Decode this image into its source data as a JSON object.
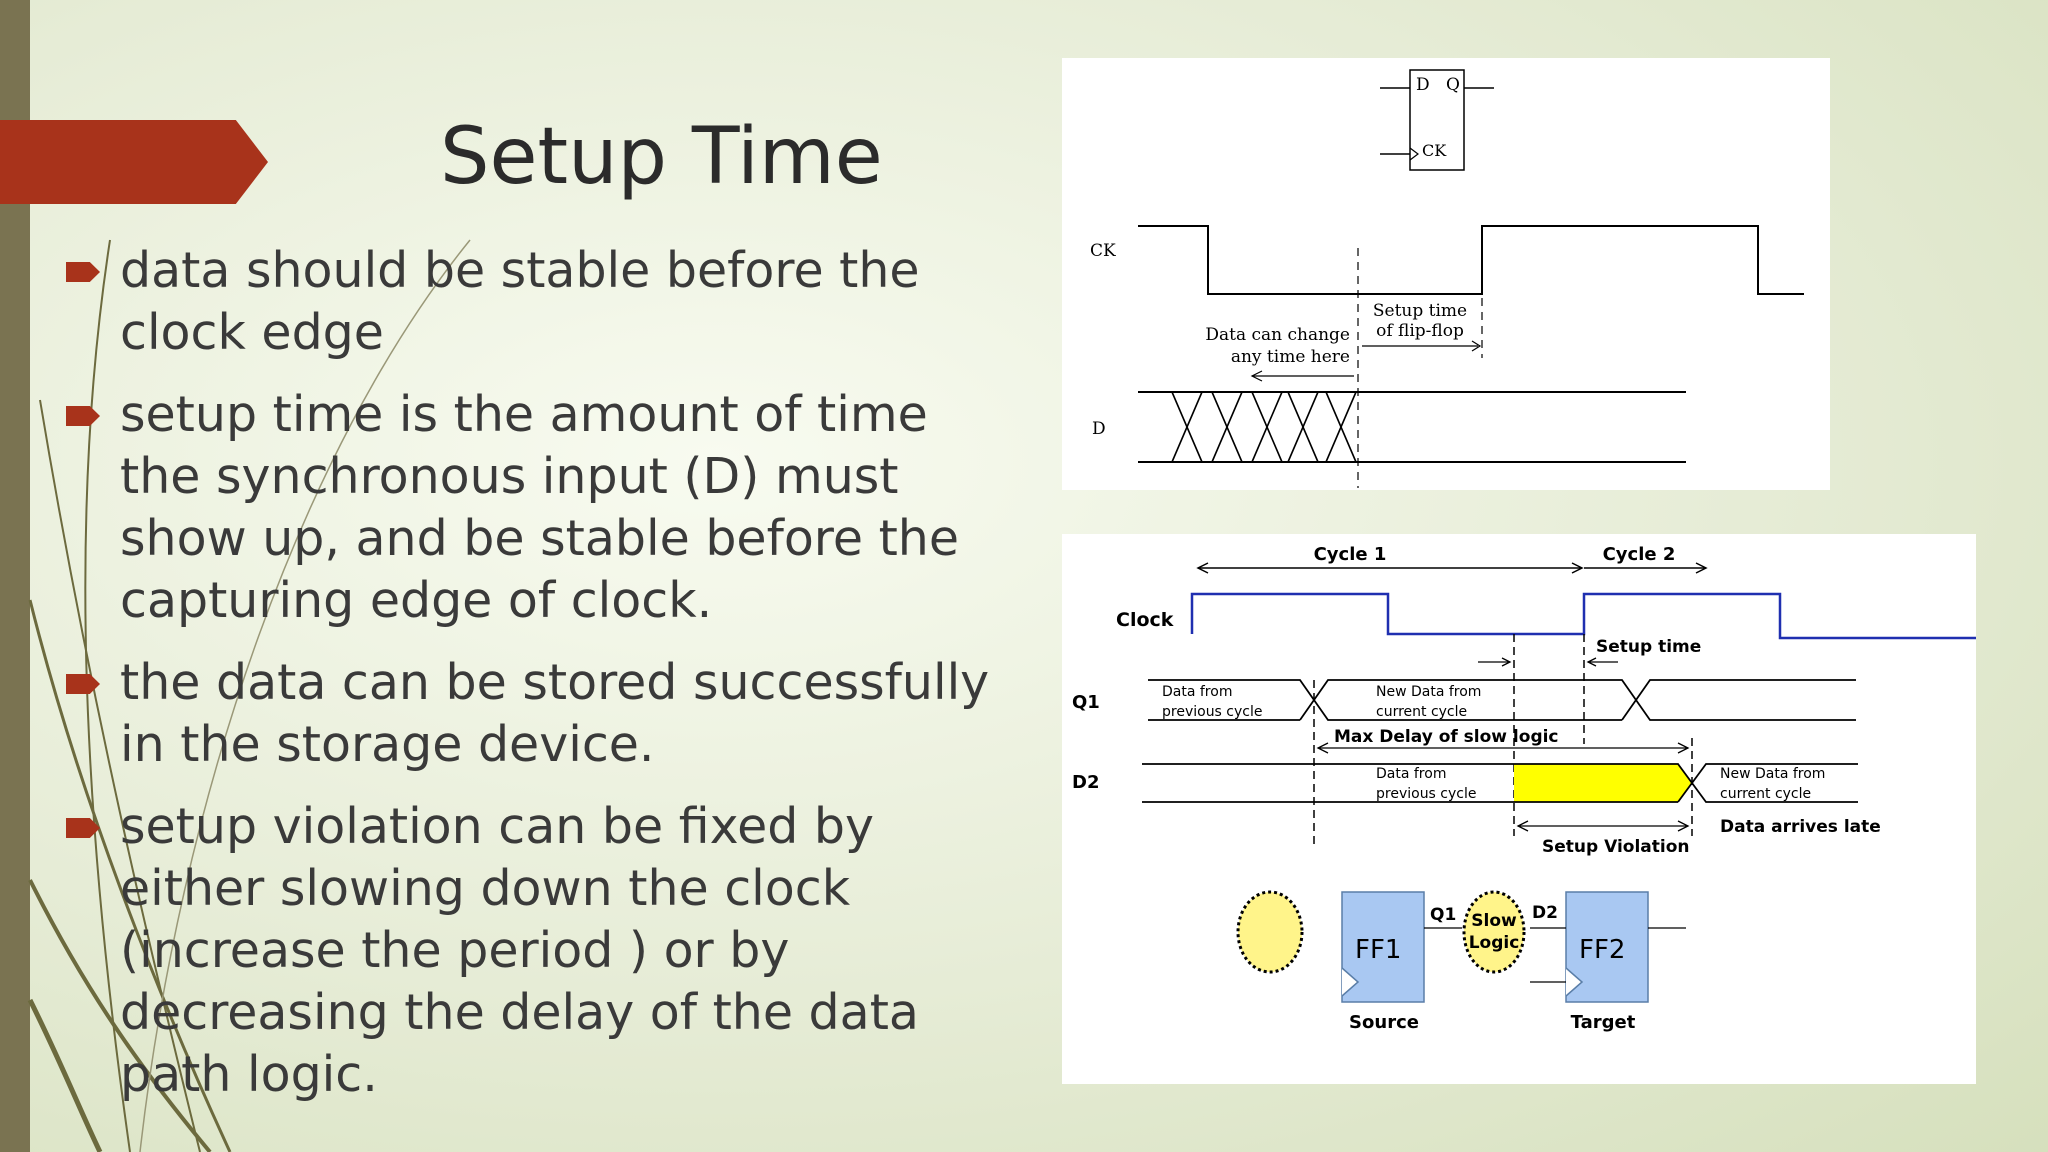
{
  "slide": {
    "title": "Setup Time",
    "bullets": [
      {
        "text": "data should be stable before the clock edge"
      },
      {
        "text": "setup time is the amount of time the synchronous input (D) must show up, and be stable before the capturing edge of clock."
      },
      {
        "text": "the data can be stored successfully in the storage device."
      },
      {
        "text": "setup violation can be fixed by either slowing down the clock (increase the period ) or by decreasing the delay of the data path logic."
      }
    ]
  },
  "diagram1": {
    "ff_d": "D",
    "ff_q": "Q",
    "ff_ck": "CK",
    "ck_label": "CK",
    "d_label": "D",
    "note_change_1": "Data can change",
    "note_change_2": "any time here",
    "note_setup_1": "Setup time",
    "note_setup_2": "of flip-flop"
  },
  "diagram2": {
    "cycle1": "Cycle 1",
    "cycle2": "Cycle 2",
    "clock_label": "Clock",
    "setup_time": "Setup time",
    "q1_label": "Q1",
    "d2_label": "D2",
    "q1_prev_1": "Data from",
    "q1_prev_2": "previous cycle",
    "q1_new_1": "New Data from",
    "q1_new_2": "current cycle",
    "max_delay": "Max Delay of slow logic",
    "d2_prev_1": "Data from",
    "d2_prev_2": "previous cycle",
    "d2_new_1": "New Data from",
    "d2_new_2": "current cycle",
    "data_late": "Data arrives late",
    "setup_violation": "Setup Violation",
    "ff1": "FF1",
    "ff2": "FF2",
    "q1_wire": "Q1",
    "d2_wire": "D2",
    "slow_1": "Slow",
    "slow_2": "Logic",
    "source": "Source",
    "target": "Target",
    "colors": {
      "clock": "#1f2fb0",
      "violation": "#ffff00",
      "ff_fill": "#a9c8f2"
    }
  }
}
